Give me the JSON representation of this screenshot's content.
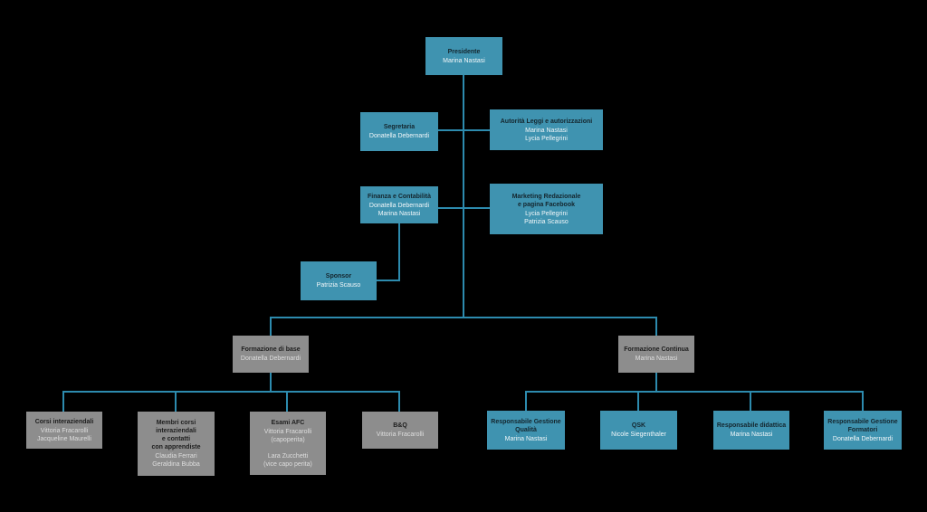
{
  "diagram": {
    "type": "org-chart",
    "background": "#000000",
    "colors": {
      "box_teal": "#3f93b0",
      "box_gray": "#8d8d8d",
      "connector": "#2d8bae",
      "title_text_dark": "#14262e",
      "name_text_light": "#f2f7f9"
    }
  },
  "nodes": [
    {
      "id": "presidente",
      "variant": "teal",
      "title": "Presidente",
      "names": "Marina Nastasi"
    },
    {
      "id": "segretaria",
      "variant": "teal",
      "title": "Segretaria",
      "names": "Donatella Debernardi"
    },
    {
      "id": "autorita",
      "variant": "teal",
      "title": "Autorità Leggi e autorizzazioni",
      "names": "Marina Nastasi\nLycia Pellegrini"
    },
    {
      "id": "finanza",
      "variant": "teal",
      "title": "Finanza e Contabilità",
      "names": "Donatella Debernardi\nMarina Nastasi"
    },
    {
      "id": "marketing",
      "variant": "teal",
      "title": "Marketing Redazionale\ne pagina Facebook",
      "names": "Lycia Pellegrini\nPatrizia Scauso"
    },
    {
      "id": "sponsor",
      "variant": "teal",
      "title": "Sponsor",
      "names": "Patrizia Scauso"
    },
    {
      "id": "formazione-di-base",
      "variant": "gray",
      "title": "Formazione di base",
      "names": "Donatella Debernardi"
    },
    {
      "id": "formazione-continua",
      "variant": "gray",
      "title": "Formazione Continua",
      "names": "Marina Nastasi"
    },
    {
      "id": "corsi-interaziendali",
      "variant": "gray",
      "title": "Corsi interaziendali",
      "names": "Vittoria Fracarolli\nJacqueline Maurelli"
    },
    {
      "id": "membri-corsi",
      "variant": "gray",
      "title": "Membri corsi\ninteraziendali\ne contatti\ncon apprendiste",
      "names": "Claudia Ferrari\nGeraldina Bubba"
    },
    {
      "id": "esami-afc",
      "variant": "gray",
      "title": "Esami AFC",
      "names": "Vittoria Fracarolli\n(capoperita)\n\nLara Zucchetti\n(vice capo perita)"
    },
    {
      "id": "bq",
      "variant": "gray",
      "title": "B&Q",
      "names": "Vittoria Fracarolli"
    },
    {
      "id": "resp-gestione-qualita",
      "variant": "teal",
      "title": "Responsabile Gestione\nQualità",
      "names": "Marina Nastasi"
    },
    {
      "id": "qsk",
      "variant": "teal",
      "title": "QSK",
      "names": "Nicole Siegenthaler"
    },
    {
      "id": "resp-didattica",
      "variant": "teal",
      "title": "Responsabile didattica",
      "names": "Marina Nastasi"
    },
    {
      "id": "resp-gestione-formatori",
      "variant": "teal",
      "title": "Responsabile Gestione\nFormatori",
      "names": "Donatella Debernardi"
    }
  ],
  "edges": [
    {
      "from": "presidente",
      "to": "segretaria"
    },
    {
      "from": "presidente",
      "to": "autorita"
    },
    {
      "from": "presidente",
      "to": "finanza"
    },
    {
      "from": "presidente",
      "to": "marketing"
    },
    {
      "from": "finanza",
      "to": "sponsor"
    },
    {
      "from": "presidente",
      "to": "formazione-di-base"
    },
    {
      "from": "presidente",
      "to": "formazione-continua"
    },
    {
      "from": "formazione-di-base",
      "to": "corsi-interaziendali"
    },
    {
      "from": "formazione-di-base",
      "to": "membri-corsi"
    },
    {
      "from": "formazione-di-base",
      "to": "esami-afc"
    },
    {
      "from": "formazione-di-base",
      "to": "bq"
    },
    {
      "from": "formazione-continua",
      "to": "resp-gestione-qualita"
    },
    {
      "from": "formazione-continua",
      "to": "qsk"
    },
    {
      "from": "formazione-continua",
      "to": "resp-didattica"
    },
    {
      "from": "formazione-continua",
      "to": "resp-gestione-formatori"
    }
  ]
}
